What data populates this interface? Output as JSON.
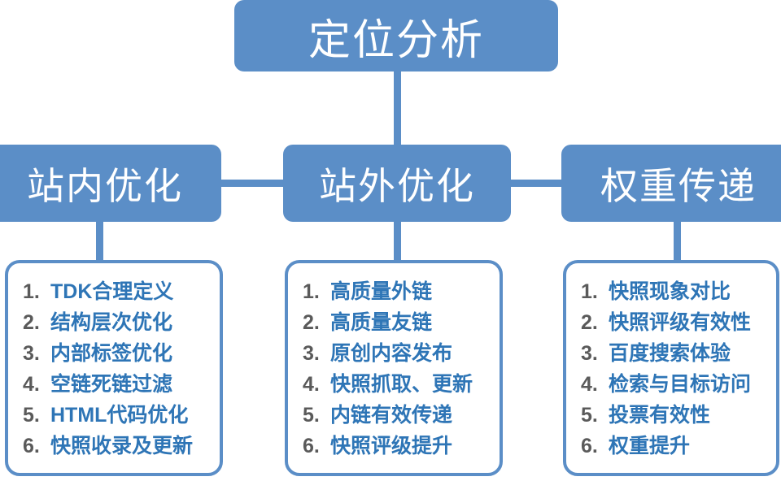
{
  "diagram": {
    "type": "org-tree",
    "colors": {
      "node_fill": "#5b8ec7",
      "node_text": "#ffffff",
      "card_border": "#5b8ec7",
      "card_fill": "#ffffff",
      "list_number": "#5a5a5a",
      "list_text": "#2e75b6",
      "background": "#ffffff"
    },
    "root": {
      "label": "定位分析"
    },
    "branches": [
      {
        "label": "站内优化",
        "items": [
          {
            "num": "1.",
            "text": "TDK合理定义"
          },
          {
            "num": "2.",
            "text": "结构层次优化"
          },
          {
            "num": "3.",
            "text": "内部标签优化"
          },
          {
            "num": "4.",
            "text": "空链死链过滤"
          },
          {
            "num": "5.",
            "text": "HTML代码优化"
          },
          {
            "num": "6.",
            "text": "快照收录及更新"
          }
        ]
      },
      {
        "label": "站外优化",
        "items": [
          {
            "num": "1.",
            "text": "高质量外链"
          },
          {
            "num": "2.",
            "text": "高质量友链"
          },
          {
            "num": "3.",
            "text": "原创内容发布"
          },
          {
            "num": "4.",
            "text": "快照抓取、更新"
          },
          {
            "num": "5.",
            "text": "内链有效传递"
          },
          {
            "num": "6.",
            "text": "快照评级提升"
          }
        ]
      },
      {
        "label": "权重传递",
        "items": [
          {
            "num": "1.",
            "text": "快照现象对比"
          },
          {
            "num": "2.",
            "text": "快照评级有效性"
          },
          {
            "num": "3.",
            "text": "百度搜索体验"
          },
          {
            "num": "4.",
            "text": "检索与目标访问"
          },
          {
            "num": "5.",
            "text": "投票有效性"
          },
          {
            "num": "6.",
            "text": "权重提升"
          }
        ]
      }
    ]
  }
}
